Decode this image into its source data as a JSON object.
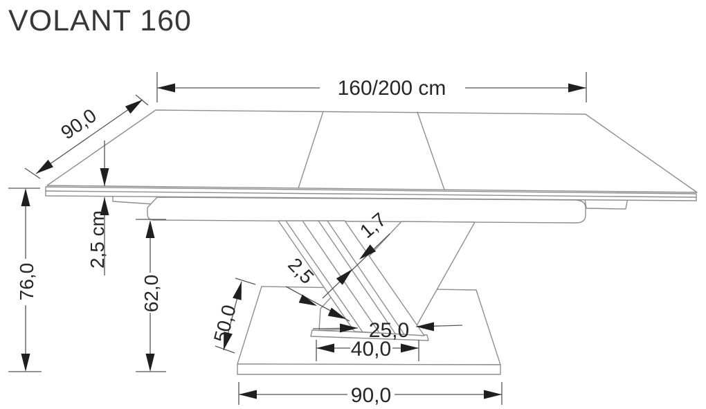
{
  "title": "VOLANT 160",
  "drawing": {
    "type": "furniture-dimension-diagram",
    "product": "VOLANT 160 extendable table",
    "units": "cm",
    "labels": {
      "table_width": "160/200 cm",
      "table_depth": "90,0",
      "top_thickness": "2,5 cm",
      "total_height": "76,0",
      "underframe_height": "62,0",
      "base_depth": "50,0",
      "panel_thickness_a": "1,7",
      "panel_thickness_b": "2,5",
      "foot_width": "25,0",
      "foot_span": "40,0",
      "base_width": "90,0"
    },
    "colors": {
      "background": "#ffffff",
      "object_line": "#8e8e8e",
      "dimension_line": "#555555",
      "arrow": "#1f1f1f",
      "text": "#262626",
      "title_text": "#383838"
    }
  }
}
